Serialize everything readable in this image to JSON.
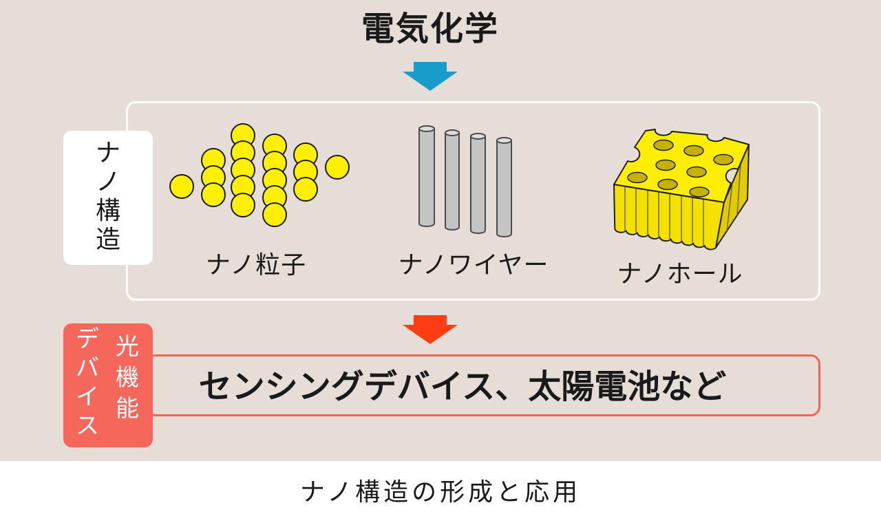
{
  "title": "電気化学",
  "nano_structure": {
    "label": "ナノ構造",
    "items": [
      {
        "label": "ナノ粒子"
      },
      {
        "label": "ナノワイヤー"
      },
      {
        "label": "ナノホール"
      }
    ]
  },
  "functional_device": {
    "label_line1": "光機能",
    "label_line2": "デバイス",
    "applications": "センシングデバイス、太陽電池など"
  },
  "caption": "ナノ構造の形成と応用",
  "colors": {
    "background": "#e6ddd6",
    "arrow_top": "#1a9ccb",
    "arrow_bottom": "#ff3d14",
    "device_accent": "#f4675a",
    "particle": "#fff000",
    "wire": "#c4c4c4",
    "hole_block": "#ffee00"
  }
}
